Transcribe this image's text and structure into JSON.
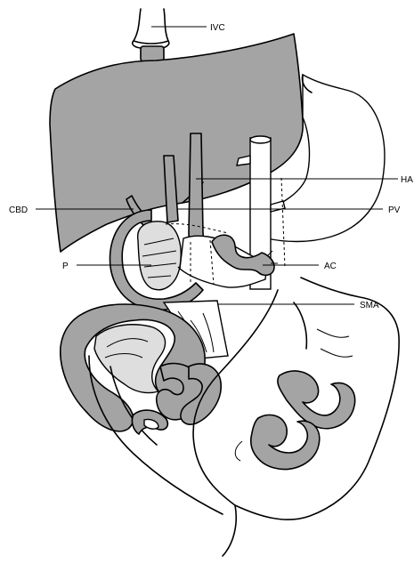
{
  "labels": {
    "ivc": "IVC",
    "ha": "HA",
    "cbd": "CBD",
    "pv": "PV",
    "p": "P",
    "ac": "AC",
    "sma": "SMA"
  }
}
